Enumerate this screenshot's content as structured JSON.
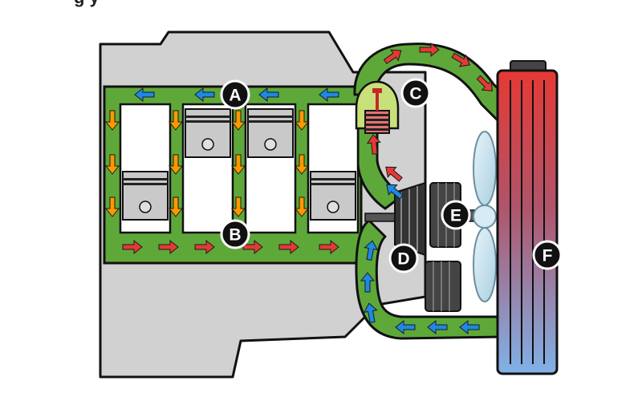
{
  "header_fragment": "g        y",
  "labels": {
    "a": "A",
    "b": "B",
    "c": "C",
    "d": "D",
    "e": "E",
    "f": "F"
  },
  "colors": {
    "background": "#ffffff",
    "engine_block": "#d1d1d1",
    "coolant": "#5ea83a",
    "cylinder": "#ffffff",
    "piston": "#c9c9c9",
    "arrow_hot": "#e53935",
    "arrow_warm": "#ff9800",
    "arrow_cold": "#1e88e5",
    "radiator_top": "#e53935",
    "radiator_bottom": "#7fb2e8",
    "fan": "#c8e0ee",
    "pulley": "#444444",
    "label_circle": "#111111"
  },
  "icons": [
    "arrow-icon",
    "thermostat-icon",
    "water-pump-icon",
    "fan-icon",
    "pulley-icon",
    "radiator-icon",
    "piston-icon"
  ]
}
